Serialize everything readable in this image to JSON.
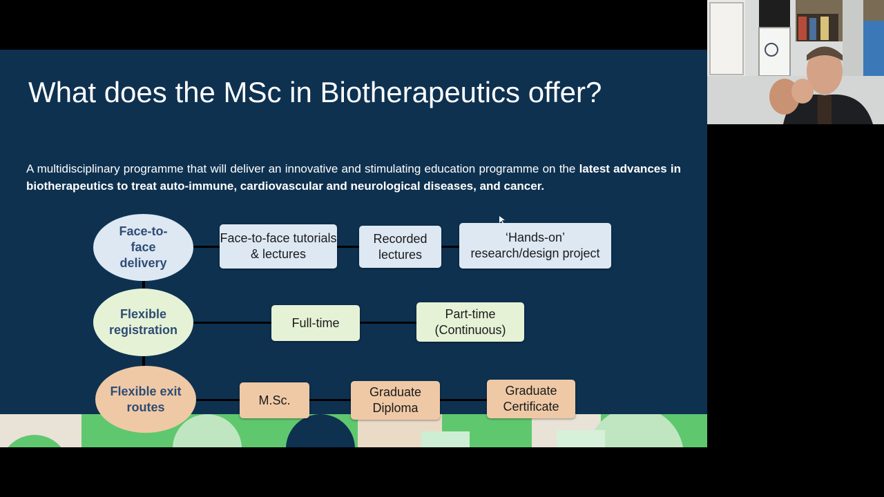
{
  "slide": {
    "title": "What does the MSc in Biotherapeutics offer?",
    "intro_plain": "A multidisciplinary programme that will deliver an innovative and stimulating education programme on the ",
    "intro_bold": "latest advances in biotherapeutics to treat auto-immune, cardiovascular and neurological diseases, and cancer."
  },
  "rows": {
    "delivery": {
      "label": "Face-to-face delivery",
      "items": [
        "Face-to-face tutorials & lectures",
        "Recorded lectures",
        "‘Hands-on’ research/design project"
      ]
    },
    "registration": {
      "label": "Flexible registration",
      "items": [
        "Full-time",
        "Part-time (Continuous)"
      ]
    },
    "exit": {
      "label": "Flexible exit routes",
      "items": [
        "M.Sc.",
        "Graduate Diploma",
        "Graduate Certificate"
      ]
    }
  },
  "colors": {
    "slide_background": "#0e3150",
    "blue_fill": "#dde8f3",
    "green_fill": "#e6f2d6",
    "orange_fill": "#efc9a6",
    "oval_text": "#2f4c74",
    "deco_green": "#5fc86e"
  },
  "webcam": {
    "icon": "person-video-feed"
  }
}
